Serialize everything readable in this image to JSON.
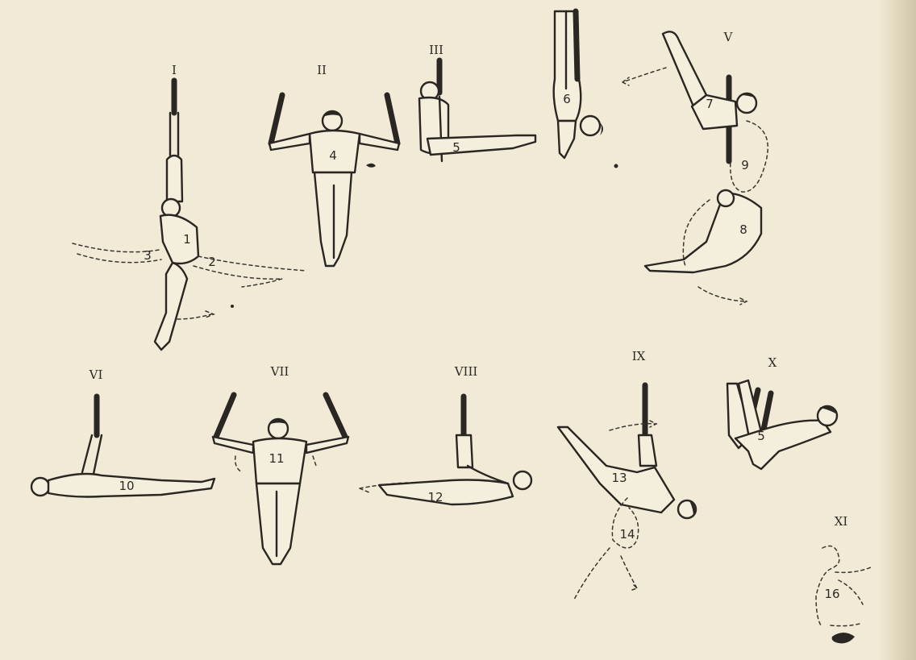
{
  "panels": [
    "I",
    "II",
    "III",
    "V",
    "VI",
    "VII",
    "VIII",
    "IX",
    "X",
    "XI"
  ],
  "positions": [
    "1",
    "2",
    "3",
    "4",
    "5",
    "6",
    "7",
    "8",
    "9",
    "10",
    "11",
    "12",
    "13",
    "14",
    "5",
    "16"
  ]
}
